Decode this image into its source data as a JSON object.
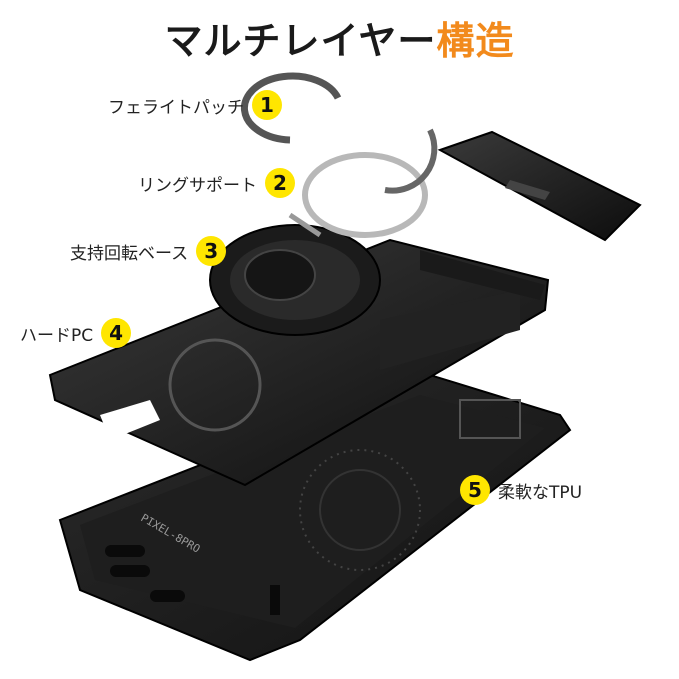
{
  "title": {
    "main": "マルチレイヤー",
    "accent": "構造"
  },
  "colors": {
    "accent": "#f28a1c",
    "badge": "#ffe600"
  },
  "layers": [
    {
      "num": "1",
      "label": "フェライトパッチ"
    },
    {
      "num": "2",
      "label": "リングサポート"
    },
    {
      "num": "3",
      "label": "支持回転ベース"
    },
    {
      "num": "4",
      "label": "ハードPC"
    },
    {
      "num": "5",
      "label": "柔軟なTPU"
    }
  ],
  "product": {
    "model_print": "PIXEL-8PRO"
  }
}
